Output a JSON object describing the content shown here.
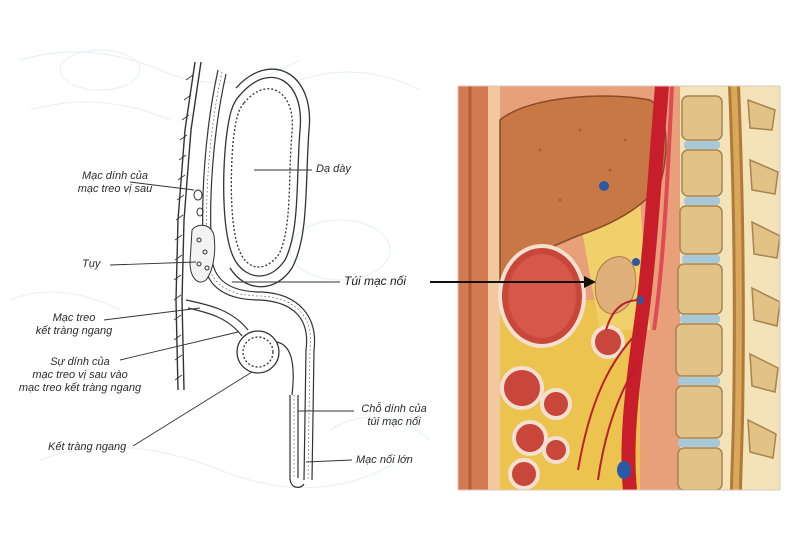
{
  "schematic": {
    "labels": {
      "mac_dinh_line1": "Mạc dính của",
      "mac_dinh_line2": "mạc treo vị sau",
      "da_day": "Dạ dày",
      "tuy": "Tụy",
      "tui_mac_noi_left": "Túi mạc nối",
      "mac_treo_line1": "Mạc treo",
      "mac_treo_line2": "kết tràng ngang",
      "su_dinh_line1": "Sự dính của",
      "su_dinh_line2": "mạc treo vị sau vào",
      "su_dinh_line3": "mạc treo kết tràng ngang",
      "cho_dinh_line1": "Chỗ dính của",
      "cho_dinh_line2": "túi mạc nối",
      "ket_trang": "Kết tràng ngang",
      "mac_noi_lon": "Mạc nối lớn"
    }
  },
  "colors": {
    "ink": "#2b2b2b",
    "liver": "#c97a4a",
    "stomach_red": "#c8463a",
    "bone": "#e6c98a",
    "vessel": "#c81d2a",
    "fat": "#e9c04a"
  }
}
